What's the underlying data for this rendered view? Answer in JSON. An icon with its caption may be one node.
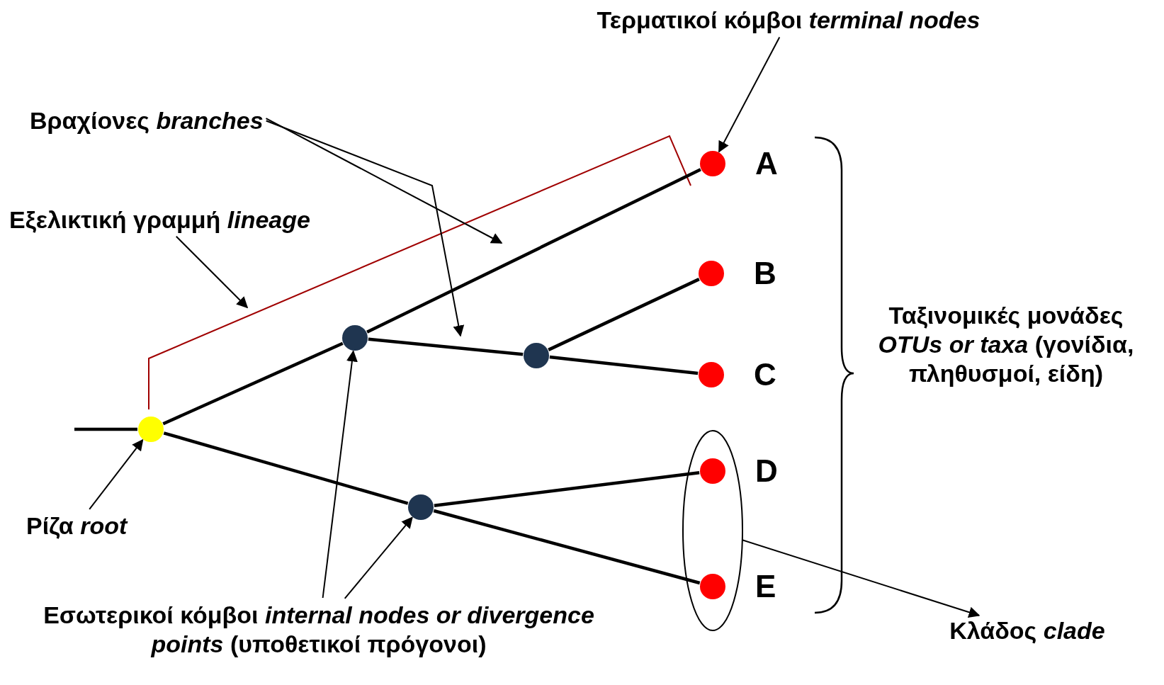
{
  "diagram": {
    "nodes": [
      {
        "text": [
          "Τερματικοί κόμβοι *terminal nodes*"
        ]
      },
      {
        "text": [
          "Βραχίονες *branches*"
        ]
      },
      {
        "text": [],
        "shape": "circle",
        "beside": [
          "A"
        ]
      },
      {
        "text": [
          "Εξελικτική γραμμή *lineage*"
        ]
      },
      {
        "text": [],
        "shape": "circle",
        "beside": [
          "B"
        ]
      },
      {
        "text": [],
        "shape": "circle"
      },
      {
        "text": [],
        "shape": "circle"
      },
      {
        "text": [],
        "shape": "circle",
        "beside": [
          "C"
        ]
      },
      {
        "text": [
          "Ταξινομικές μονάδες *OTUs or taxa* (γονίδια, πληθυσμοί, είδη)"
        ]
      },
      {
        "text": [],
        "shape": "circle"
      },
      {
        "text": [],
        "shape": "ellipse"
      },
      {
        "text": [],
        "shape": "circle",
        "beside": [
          "D"
        ],
        "in": 10
      },
      {
        "text": [],
        "shape": "circle"
      },
      {
        "text": [
          "Ρίζα *root*"
        ]
      },
      {
        "text": [],
        "shape": "circle",
        "beside": [
          "E"
        ],
        "in": 10
      },
      {
        "text": [
          "Εσωτερικοί κόμβοι *internal nodes or divergence points* (υποθετικοί πρόγονοι)"
        ]
      },
      {
        "text": [
          "Κλάδος *clade*"
        ]
      }
    ],
    "edges": [
      {
        "from": null,
        "to": 9,
        "arrow": "none"
      },
      {
        "from": 9,
        "to": 5,
        "arrow": "none"
      },
      {
        "from": 5,
        "to": 2,
        "arrow": "none"
      },
      {
        "from": 5,
        "to": 6,
        "arrow": "none"
      },
      {
        "from": 6,
        "to": 4,
        "arrow": "none"
      },
      {
        "from": 6,
        "to": 7,
        "arrow": "none"
      },
      {
        "from": 9,
        "to": 12,
        "arrow": "none"
      },
      {
        "from": 12,
        "to": 11,
        "arrow": "none"
      },
      {
        "from": 12,
        "to": 14,
        "arrow": "none"
      },
      {
        "from": 0,
        "to": 2,
        "arrow": "to"
      },
      {
        "from": 1,
        "to": null,
        "arrow": "to"
      },
      {
        "from": 1,
        "to": null,
        "arrow": "to"
      },
      {
        "from": 3,
        "to": null,
        "arrow": "to"
      },
      {
        "from": 13,
        "to": 9,
        "arrow": "to"
      },
      {
        "from": 15,
        "to": 5,
        "arrow": "to"
      },
      {
        "from": 15,
        "to": 12,
        "arrow": "to"
      },
      {
        "from": 10,
        "to": 16,
        "arrow": "to"
      }
    ]
  }
}
